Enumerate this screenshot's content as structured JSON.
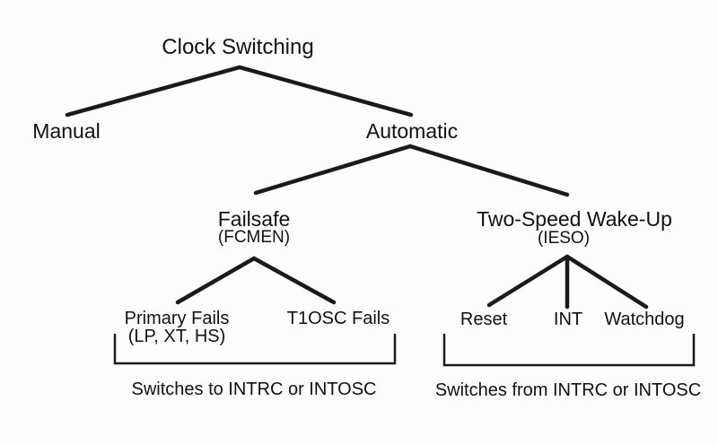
{
  "diagram": {
    "root": {
      "label": "Clock Switching"
    },
    "nodes": {
      "manual": {
        "label": "Manual"
      },
      "automatic": {
        "label": "Automatic"
      },
      "failsafe": {
        "label": "Failsafe",
        "subtitle": "(FCMEN)"
      },
      "two_speed_wake_up": {
        "label": "Two-Speed Wake-Up",
        "subtitle": "(IESO)"
      },
      "primary_fails": {
        "label": "Primary Fails",
        "subtitle": "(LP, XT, HS)"
      },
      "t1osc_fails": {
        "label": "T1OSC Fails"
      },
      "reset": {
        "label": "Reset"
      },
      "int": {
        "label": "INT"
      },
      "watchdog": {
        "label": "Watchdog"
      }
    },
    "captions": {
      "failsafe_group": "Switches to INTRC or INTOSC",
      "two_speed_group": "Switches from INTRC or INTOSC"
    },
    "colors": {
      "line": "#1a1a1a",
      "text": "#111111",
      "background": "#fdfdfd"
    }
  }
}
